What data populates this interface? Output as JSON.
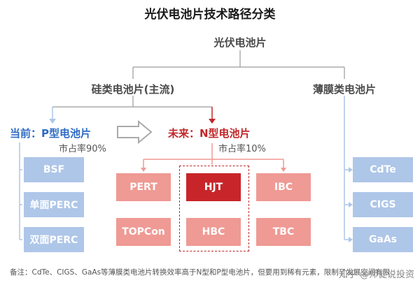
{
  "title": "光伏电池片技术路径分类",
  "root": "光伏电池片",
  "silicon": "硅类电池片(主流)",
  "thin_film": "薄膜类电池片",
  "current": {
    "label": "当前：P型电池片",
    "share": "市占率90%",
    "items": [
      "BSF",
      "单面PERC",
      "双面PERC"
    ]
  },
  "future": {
    "label": "未来：N型电池片",
    "share": "市占率10%",
    "items": [
      "PERT",
      "HJT",
      "IBC",
      "TOPCon",
      "HBC",
      "TBC"
    ]
  },
  "thin_items": [
    "CdTe",
    "CIGS",
    "GaAs"
  ],
  "note": "备注：CdTe、CIGS、GaAs等薄膜类电池片转换效率高于N型和P型电池片，但要用到稀有元素，限制了发展空间有限",
  "watermark": "知乎 @师徒说投资",
  "colors": {
    "blue": "#2e6bc4",
    "red": "#c0282a",
    "light_blue": "#aec6e8",
    "light_red": "#ef9a94",
    "dark_red": "#c8252a",
    "line": "#999999"
  }
}
